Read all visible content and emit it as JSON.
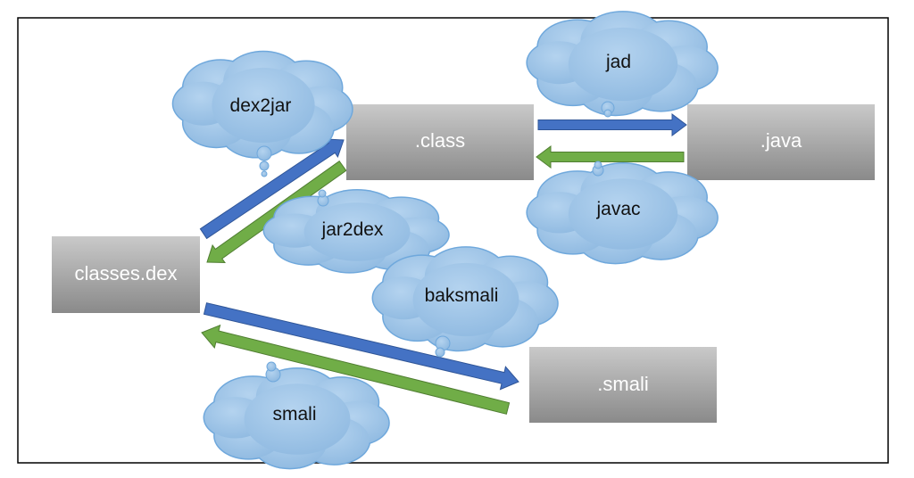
{
  "nodes": {
    "class": {
      "label": ".class"
    },
    "java": {
      "label": ".java"
    },
    "dex": {
      "label": "classes.dex"
    },
    "smali": {
      "label": ".smali"
    }
  },
  "tools": {
    "dex2jar": {
      "label": "dex2jar"
    },
    "jar2dex": {
      "label": "jar2dex"
    },
    "jad": {
      "label": "jad"
    },
    "javac": {
      "label": "javac"
    },
    "baksmali": {
      "label": "baksmali"
    },
    "smali": {
      "label": "smali"
    }
  },
  "colors": {
    "forward_arrow": "#4472C4",
    "reverse_arrow": "#70AD47",
    "cloud_fill": "#9DC3E6",
    "cloud_stroke": "#6FA8DC",
    "box_top": "#c8c8c8",
    "box_bottom": "#8a8a8a"
  }
}
